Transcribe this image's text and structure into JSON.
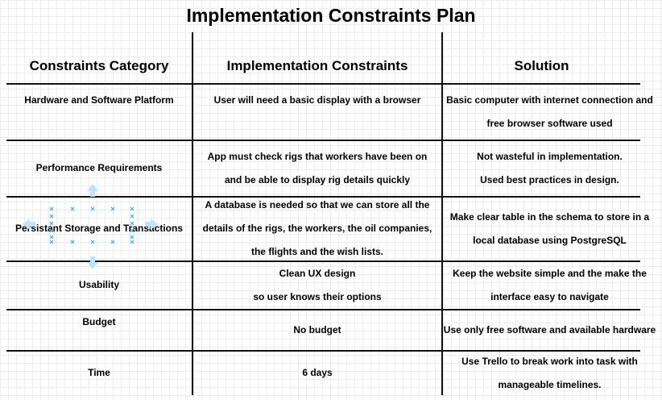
{
  "title": "Implementation Constraints Plan",
  "headers": [
    "Constraints Category",
    "Implementation Constraints",
    "Solution"
  ],
  "rows": [
    {
      "category": [
        "Hardware and Software Platform"
      ],
      "constraint": [
        "User will need a basic display with a browser"
      ],
      "solution": [
        "Basic computer with internet connection and",
        "free browser software used"
      ]
    },
    {
      "category": [
        "Performance Requirements"
      ],
      "constraint": [
        "App must check rigs that workers have been on",
        "and be able to display rig details quickly"
      ],
      "solution": [
        "Not wasteful in implementation.",
        "Used best practices in design."
      ]
    },
    {
      "category": [
        "Persistant Storage and Transactions"
      ],
      "constraint": [
        "A database is needed so that we can store all the",
        "details of the rigs, the workers, the oil companies,",
        "the flights and the wish lists."
      ],
      "solution": [
        "Make clear table in the schema to store in a",
        "local database using PostgreSQL"
      ]
    },
    {
      "category": [
        "Usability"
      ],
      "constraint": [
        "Clean UX design",
        "so user knows their options"
      ],
      "solution": [
        "Keep the website simple and the make the",
        "interface easy to navigate"
      ]
    },
    {
      "category": [
        "Budget"
      ],
      "constraint": [
        "No budget"
      ],
      "solution": [
        "Use only free software and available hardware"
      ]
    },
    {
      "category": [
        "Time"
      ],
      "constraint": [
        "6 days"
      ],
      "solution": [
        "Use Trello to break work into task with",
        "manageable timelines."
      ]
    }
  ],
  "colors": {
    "line": "#111111",
    "grid": "#ececec",
    "selection": "#3fa9f5"
  }
}
